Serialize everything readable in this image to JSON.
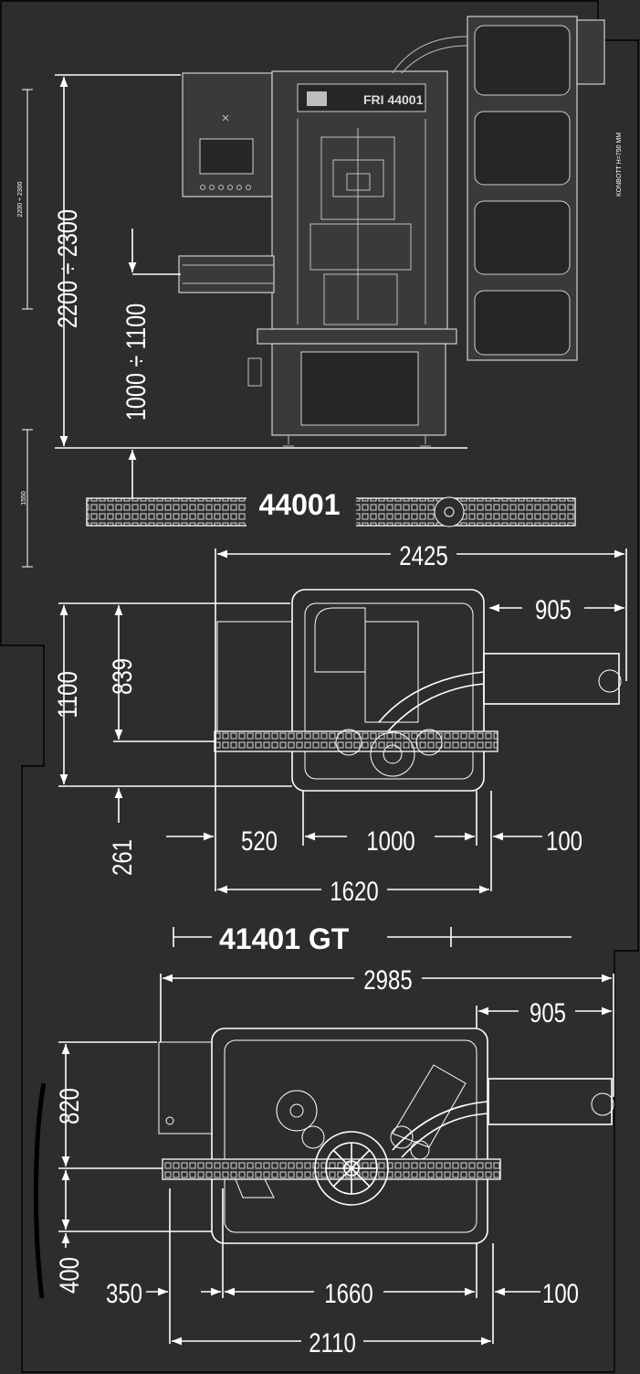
{
  "elevation": {
    "brand_label": "FRI 44001",
    "side_note": "KONBOTT H=750 MM",
    "dim_height_total": "2200 ÷ 2300",
    "dim_height_total_small": "2200 ÷ 2300",
    "dim_conveyor_height": "1000 ÷ 1100",
    "dim_small_left": "1550"
  },
  "plan_44001": {
    "model_label": "44001",
    "dim_overall_width": "2425",
    "dim_conveyor_out": "905",
    "dim_depth": "1100",
    "dim_depth_front": "839",
    "dim_depth_rear": "261",
    "dim_infeed": "520",
    "dim_machine": "1000",
    "dim_outfeed": "100",
    "dim_base": "1620"
  },
  "plan_41401": {
    "model_label": "41401 GT",
    "dim_overall_width": "2985",
    "dim_conveyor_out": "905",
    "dim_depth_front": "820",
    "dim_depth_rear": "400",
    "dim_infeed": "350",
    "dim_machine": "1660",
    "dim_outfeed": "100",
    "dim_base": "2110"
  }
}
